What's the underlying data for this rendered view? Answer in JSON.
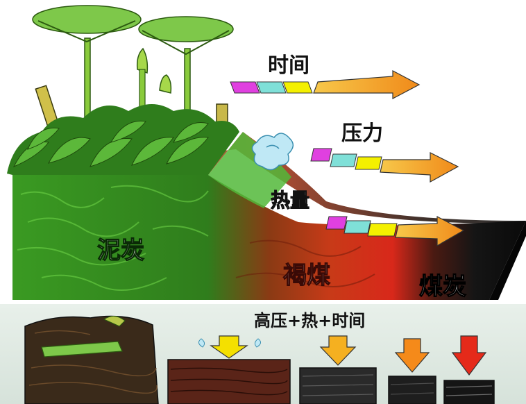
{
  "top_arrows": [
    {
      "label": "时间"
    },
    {
      "label": "压力"
    },
    {
      "label": "热量"
    }
  ],
  "stages": {
    "peat": "泥炭",
    "lignite": "褐煤",
    "coal": "煤炭"
  },
  "bottom_caption": "高压+热+时间",
  "colors": {
    "arrow_magenta": "#e040e0",
    "arrow_cyan": "#7fe0d8",
    "arrow_yellow": "#f4f000",
    "arrow_orange": "#f5a623",
    "peat_green": "#2f8f1f",
    "lignite_red": "#b8281a",
    "coal_black": "#111111"
  }
}
